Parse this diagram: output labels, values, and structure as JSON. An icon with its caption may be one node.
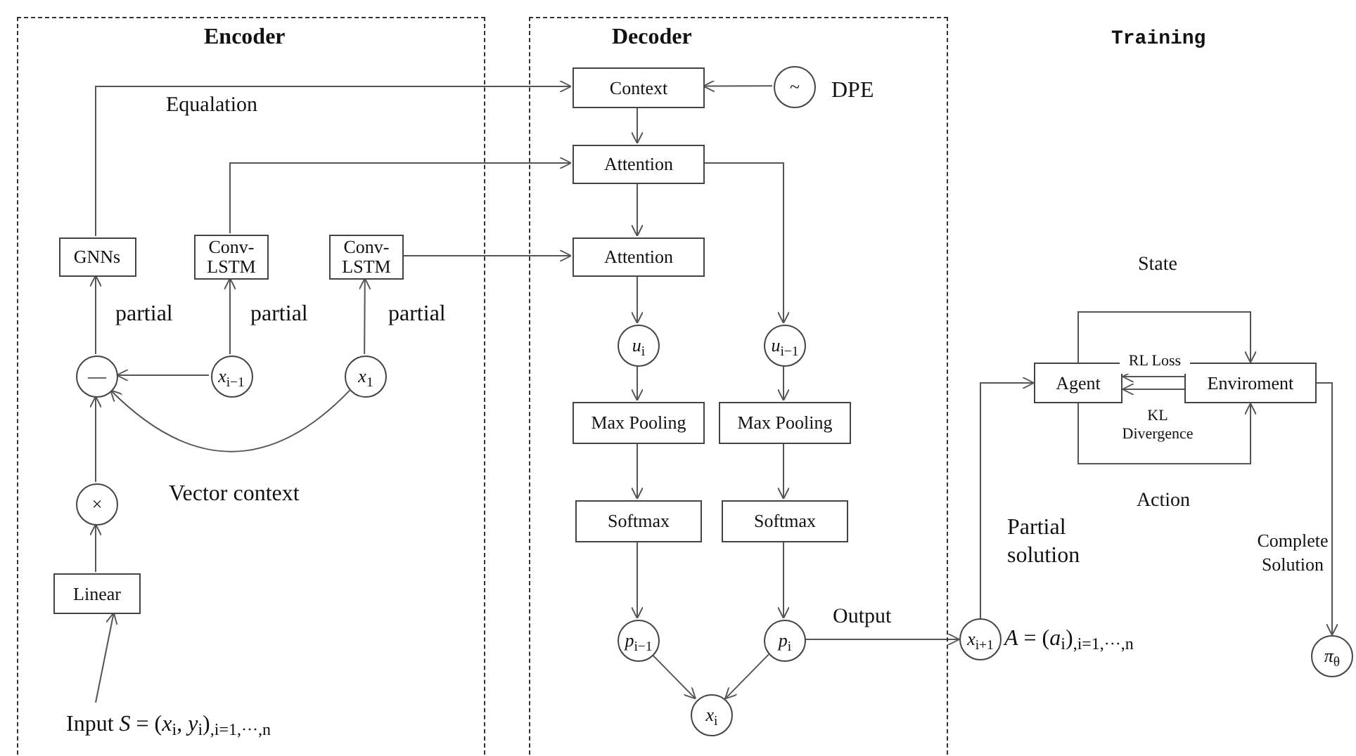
{
  "diagram": {
    "nodes": [
      {
        "text": [
          "Encoder"
        ]
      },
      {
        "text": [
          "Decoder"
        ]
      },
      {
        "text": [
          "Context"
        ],
        "in": 1
      },
      {
        "text": [
          "~"
        ],
        "in": 1,
        "beside": [
          "DPE"
        ]
      },
      {
        "text": [
          "Attention"
        ],
        "in": 1
      },
      {
        "text": [
          "Attention"
        ],
        "in": 1
      },
      {
        "text": [
          "GNNs"
        ],
        "in": 0
      },
      {
        "text": [
          "Conv- LSTM"
        ],
        "in": 0
      },
      {
        "text": [
          "Conv- LSTM"
        ],
        "in": 0
      },
      {
        "text": [
          "—"
        ],
        "in": 0
      },
      {
        "text": [
          "*x*$_{i−1}$"
        ],
        "in": 0
      },
      {
        "text": [
          "*x*$_{1}$"
        ],
        "in": 0
      },
      {
        "text": [
          "×"
        ],
        "in": 0
      },
      {
        "text": [
          "Linear"
        ],
        "in": 0
      },
      {
        "text": [
          "Input *S* = (*x*$_{i}$, *y*$_{i}$)$_{,i=1,···,n}$"
        ],
        "in": 0
      },
      {
        "text": [
          "*u*$_{i}$"
        ],
        "in": 1
      },
      {
        "text": [
          "*u*$_{i−1}$"
        ],
        "in": 1
      },
      {
        "text": [
          "Max Pooling"
        ],
        "in": 1
      },
      {
        "text": [
          "Max Pooling"
        ],
        "in": 1
      },
      {
        "text": [
          "Softmax"
        ],
        "in": 1
      },
      {
        "text": [
          "Softmax"
        ],
        "in": 1
      },
      {
        "text": [
          "*p*$_{i−1}$"
        ],
        "in": 1
      },
      {
        "text": [
          "*p*$_{i}$"
        ],
        "in": 1
      },
      {
        "text": [
          "*x*$_{i}$"
        ],
        "in": 1
      },
      {
        "text": [
          "*x*$_{i+1}$"
        ],
        "beside": [
          "*A* = (*a*$_{i}$)$_{,i=1,···,n}$"
        ]
      },
      {
        "text": [
          "Agent"
        ]
      },
      {
        "text": [
          "Enviroment"
        ]
      },
      {
        "text": [
          "*π*$_{θ}$"
        ]
      }
    ],
    "edges": [
      {
        "from": 6,
        "to": 2,
        "arrow": "to",
        "label": "Equalation"
      },
      {
        "from": 7,
        "to": 4,
        "arrow": "to"
      },
      {
        "from": 8,
        "to": 5,
        "arrow": "to"
      },
      {
        "from": 3,
        "to": 2,
        "arrow": "to"
      },
      {
        "from": 2,
        "to": 4,
        "arrow": "to"
      },
      {
        "from": 4,
        "to": 5,
        "arrow": "to"
      },
      {
        "from": 4,
        "to": 16,
        "arrow": "to"
      },
      {
        "from": 5,
        "to": 15,
        "arrow": "to"
      },
      {
        "from": 15,
        "to": 17,
        "arrow": "to"
      },
      {
        "from": 16,
        "to": 18,
        "arrow": "to"
      },
      {
        "from": 17,
        "to": 19,
        "arrow": "to"
      },
      {
        "from": 18,
        "to": 20,
        "arrow": "to"
      },
      {
        "from": 19,
        "to": 21,
        "arrow": "to"
      },
      {
        "from": 20,
        "to": 22,
        "arrow": "to"
      },
      {
        "from": 21,
        "to": 23,
        "arrow": "to"
      },
      {
        "from": 22,
        "to": 23,
        "arrow": "to"
      },
      {
        "from": 22,
        "to": 24,
        "arrow": "to",
        "label": "Output"
      },
      {
        "from": 10,
        "to": 7,
        "arrow": "to"
      },
      {
        "from": 11,
        "to": 8,
        "arrow": "to"
      },
      {
        "from": 9,
        "to": 6,
        "arrow": "to"
      },
      {
        "from": 10,
        "to": 9,
        "arrow": "to"
      },
      {
        "from": 11,
        "to": 9,
        "arrow": "to"
      },
      {
        "from": 12,
        "to": 9,
        "arrow": "to"
      },
      {
        "from": 13,
        "to": 12,
        "arrow": "to"
      },
      {
        "from": 14,
        "to": 13,
        "arrow": "to"
      },
      {
        "from": 24,
        "to": 25,
        "arrow": "to"
      },
      {
        "from": 25,
        "to": 26,
        "arrow": "to",
        "label": "State"
      },
      {
        "from": 25,
        "to": 26,
        "arrow": "to",
        "label": "Action"
      },
      {
        "from": 26,
        "to": 25,
        "arrow": "to",
        "label": "RL Loss"
      },
      {
        "from": 26,
        "to": 25,
        "arrow": "to",
        "label": "KL Divergence"
      },
      {
        "from": 26,
        "to": 27,
        "arrow": "to"
      }
    ],
    "labels": [
      "Training",
      "partial",
      "partial",
      "partial",
      "Vector context",
      "Partial solution",
      "Complete Solution"
    ]
  }
}
